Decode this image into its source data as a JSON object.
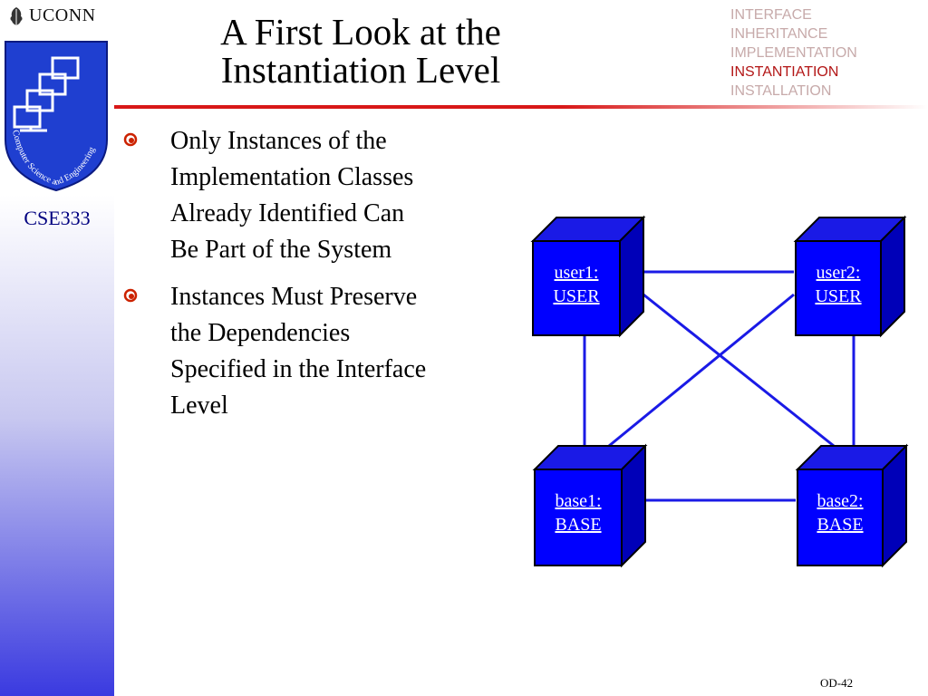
{
  "header": {
    "university": "UCONN",
    "course": "CSE333",
    "logo_text": "Computer Science and Engineering"
  },
  "slide": {
    "title_line1": "A First Look at the",
    "title_line2": "Instantiation Level",
    "page_number": "OD-42"
  },
  "levels": [
    {
      "label": "INTERFACE",
      "active": false
    },
    {
      "label": "INHERITANCE",
      "active": false
    },
    {
      "label": "IMPLEMENTATION",
      "active": false
    },
    {
      "label": "INSTANTIATION",
      "active": true
    },
    {
      "label": "INSTALLATION",
      "active": false
    }
  ],
  "bullets": [
    {
      "lines": [
        "Only Instances of the",
        "Implementation Classes",
        "Already Identified Can",
        "Be Part of the System"
      ]
    },
    {
      "lines": [
        "Instances Must Preserve",
        "the Dependencies",
        "Specified in the Interface",
        "Level"
      ]
    }
  ],
  "diagram": {
    "nodes": [
      {
        "id": "user1",
        "line1": "user1:",
        "line2": "USER"
      },
      {
        "id": "user2",
        "line1": "user2:",
        "line2": "USER"
      },
      {
        "id": "base1",
        "line1": "base1:",
        "line2": "BASE"
      },
      {
        "id": "base2",
        "line1": "base2:",
        "line2": "BASE"
      }
    ]
  },
  "colors": {
    "node_fill": "#0000ff",
    "node_side": "#0000b8",
    "connector": "#1a1ae6",
    "title_rule": "#d81818",
    "level_active": "#b31616",
    "level_inactive": "#c7aaaa",
    "course_text": "#000080"
  }
}
